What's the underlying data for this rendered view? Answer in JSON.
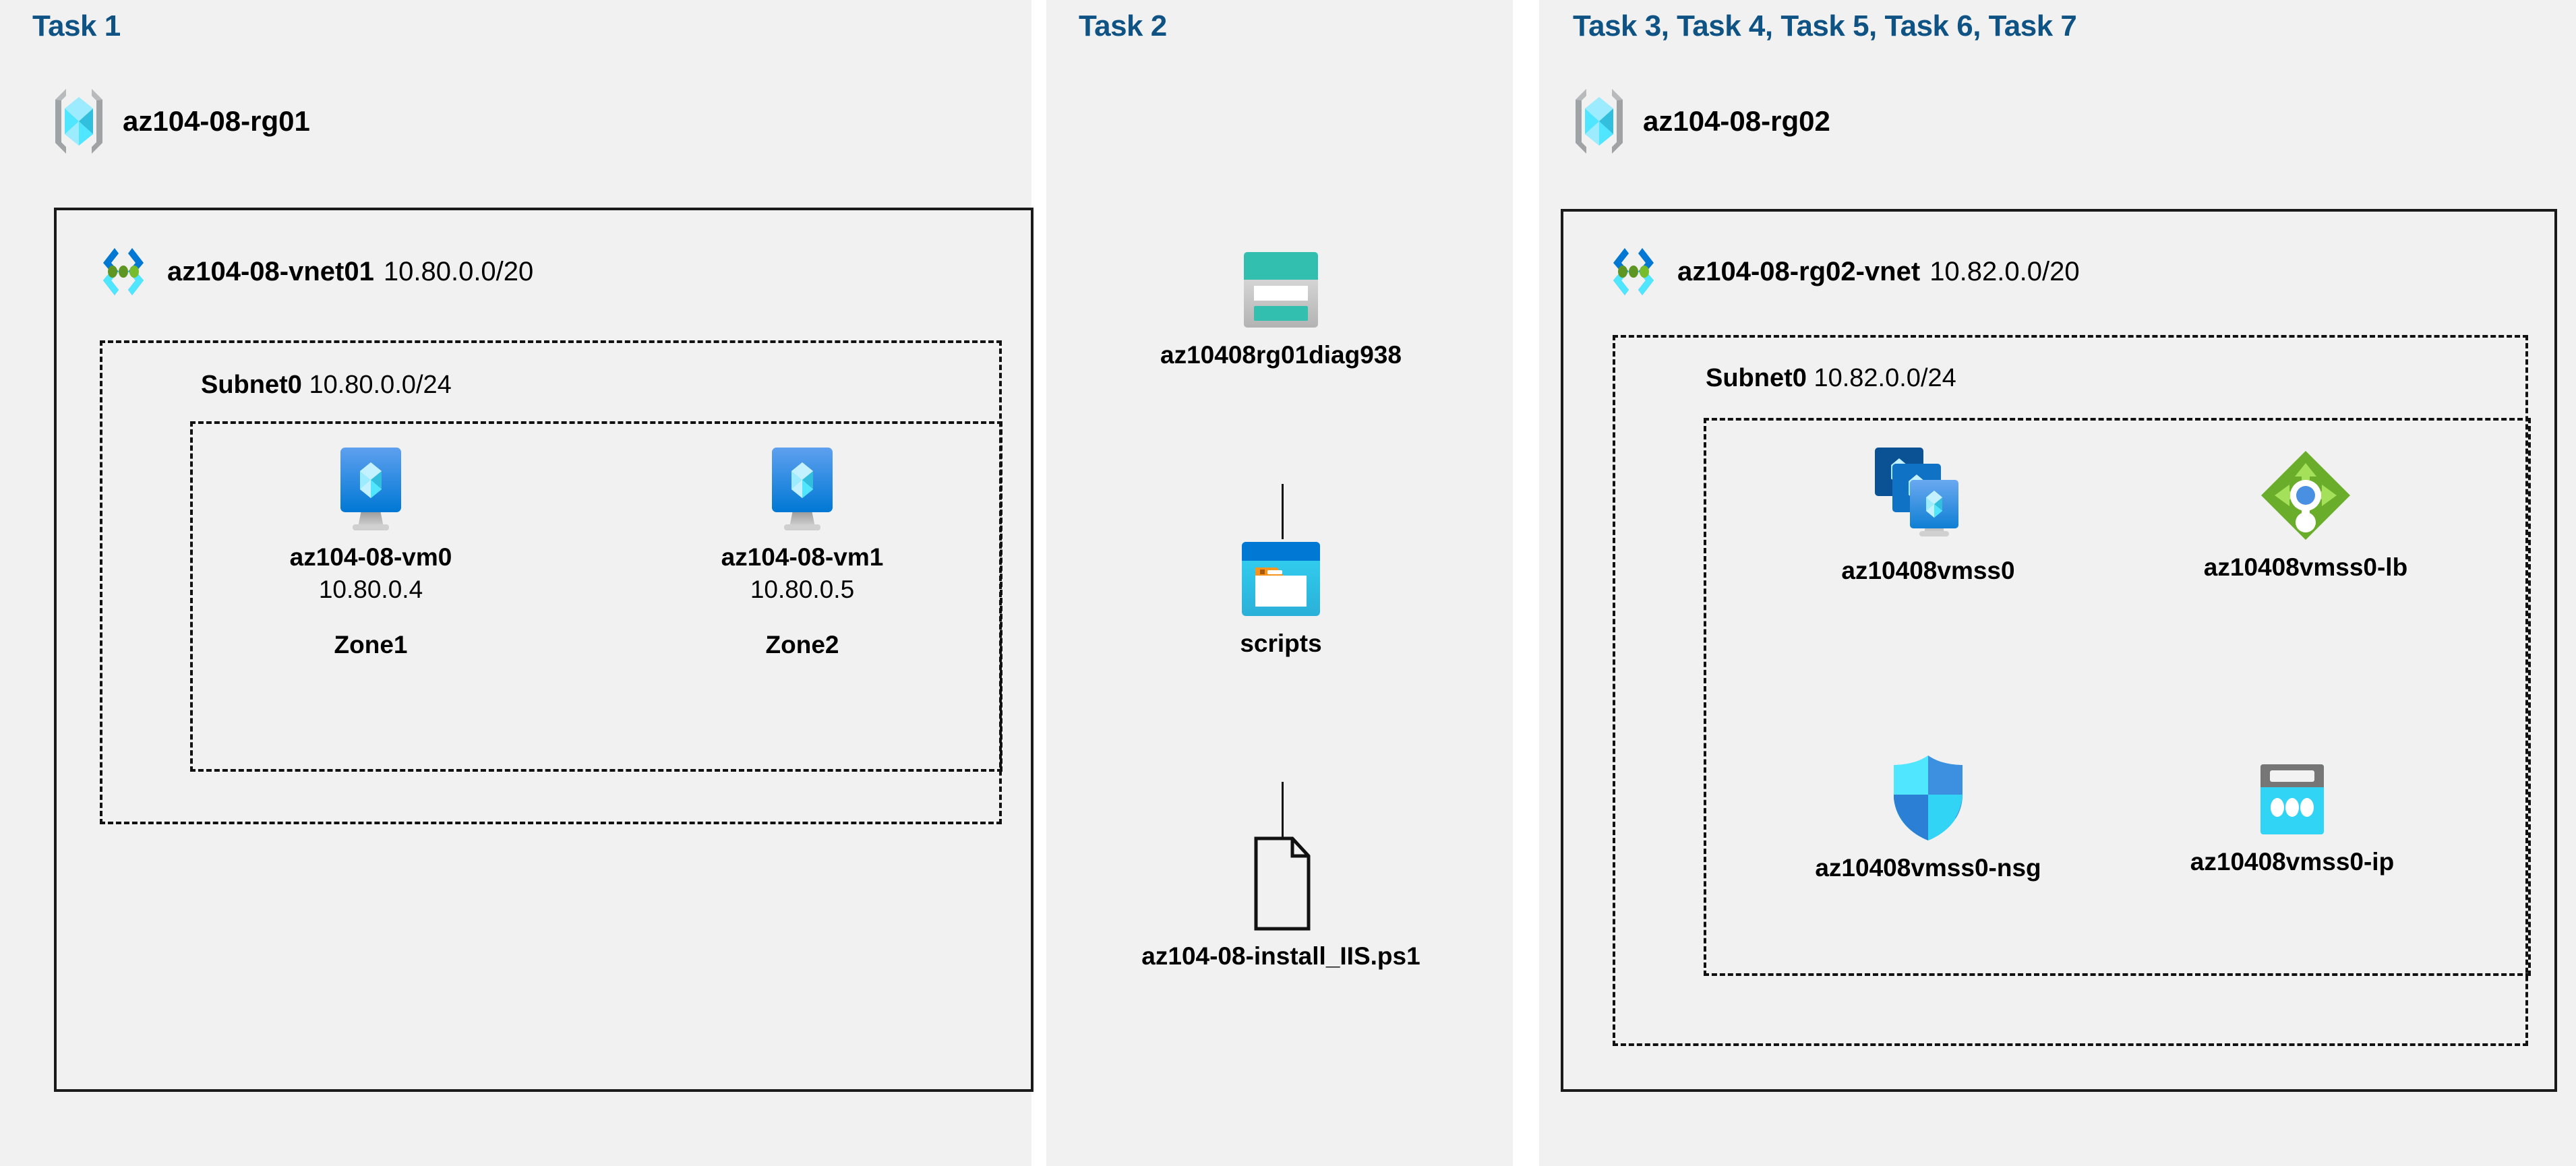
{
  "panels": {
    "task1": {
      "title": "Task 1"
    },
    "task2": {
      "title": "Task 2"
    },
    "task3": {
      "title": "Task 3, Task 4, Task 5, Task 6, Task 7"
    }
  },
  "resource_groups": [
    {
      "name": "az104-08-rg01",
      "icon": "resource-group-icon"
    },
    {
      "name": "az104-08-rg02",
      "icon": "resource-group-icon"
    }
  ],
  "vnets": [
    {
      "name": "az104-08-vnet01",
      "cidr": "10.80.0.0/20",
      "icon": "virtual-network-icon"
    },
    {
      "name": "az104-08-rg02-vnet",
      "cidr": "10.82.0.0/20",
      "icon": "virtual-network-icon"
    }
  ],
  "subnets": [
    {
      "name": "Subnet0",
      "cidr": "10.80.0.0/24"
    },
    {
      "name": "Subnet0",
      "cidr": "10.82.0.0/24"
    }
  ],
  "vms": [
    {
      "name": "az104-08-vm0",
      "ip": "10.80.0.4",
      "zone": "Zone1",
      "icon": "virtual-machine-icon"
    },
    {
      "name": "az104-08-vm1",
      "ip": "10.80.0.5",
      "zone": "Zone2",
      "icon": "virtual-machine-icon"
    }
  ],
  "storage": {
    "account": {
      "name": "az10408rg01diag938",
      "icon": "storage-account-icon"
    },
    "container": {
      "name": "scripts",
      "icon": "blob-container-icon"
    },
    "file": {
      "name": "az104-08-install_IIS.ps1",
      "icon": "script-file-icon"
    }
  },
  "scale_set_resources": [
    {
      "name": "az10408vmss0",
      "icon": "vm-scale-set-icon"
    },
    {
      "name": "az10408vmss0-lb",
      "icon": "load-balancer-icon"
    },
    {
      "name": "az10408vmss0-nsg",
      "icon": "network-security-group-icon"
    },
    {
      "name": "az10408vmss0-ip",
      "icon": "public-ip-address-icon"
    }
  ],
  "colors": {
    "panel_background": "#f1f1f1",
    "task_title": "#0f5384",
    "border": "#1a1a1a",
    "azure_blue": "#0078d4",
    "azure_cyan": "#50e6ff",
    "storage_teal": "#32bfb0",
    "lb_green": "#76bc2d",
    "accent_orange": "#f7941e"
  }
}
